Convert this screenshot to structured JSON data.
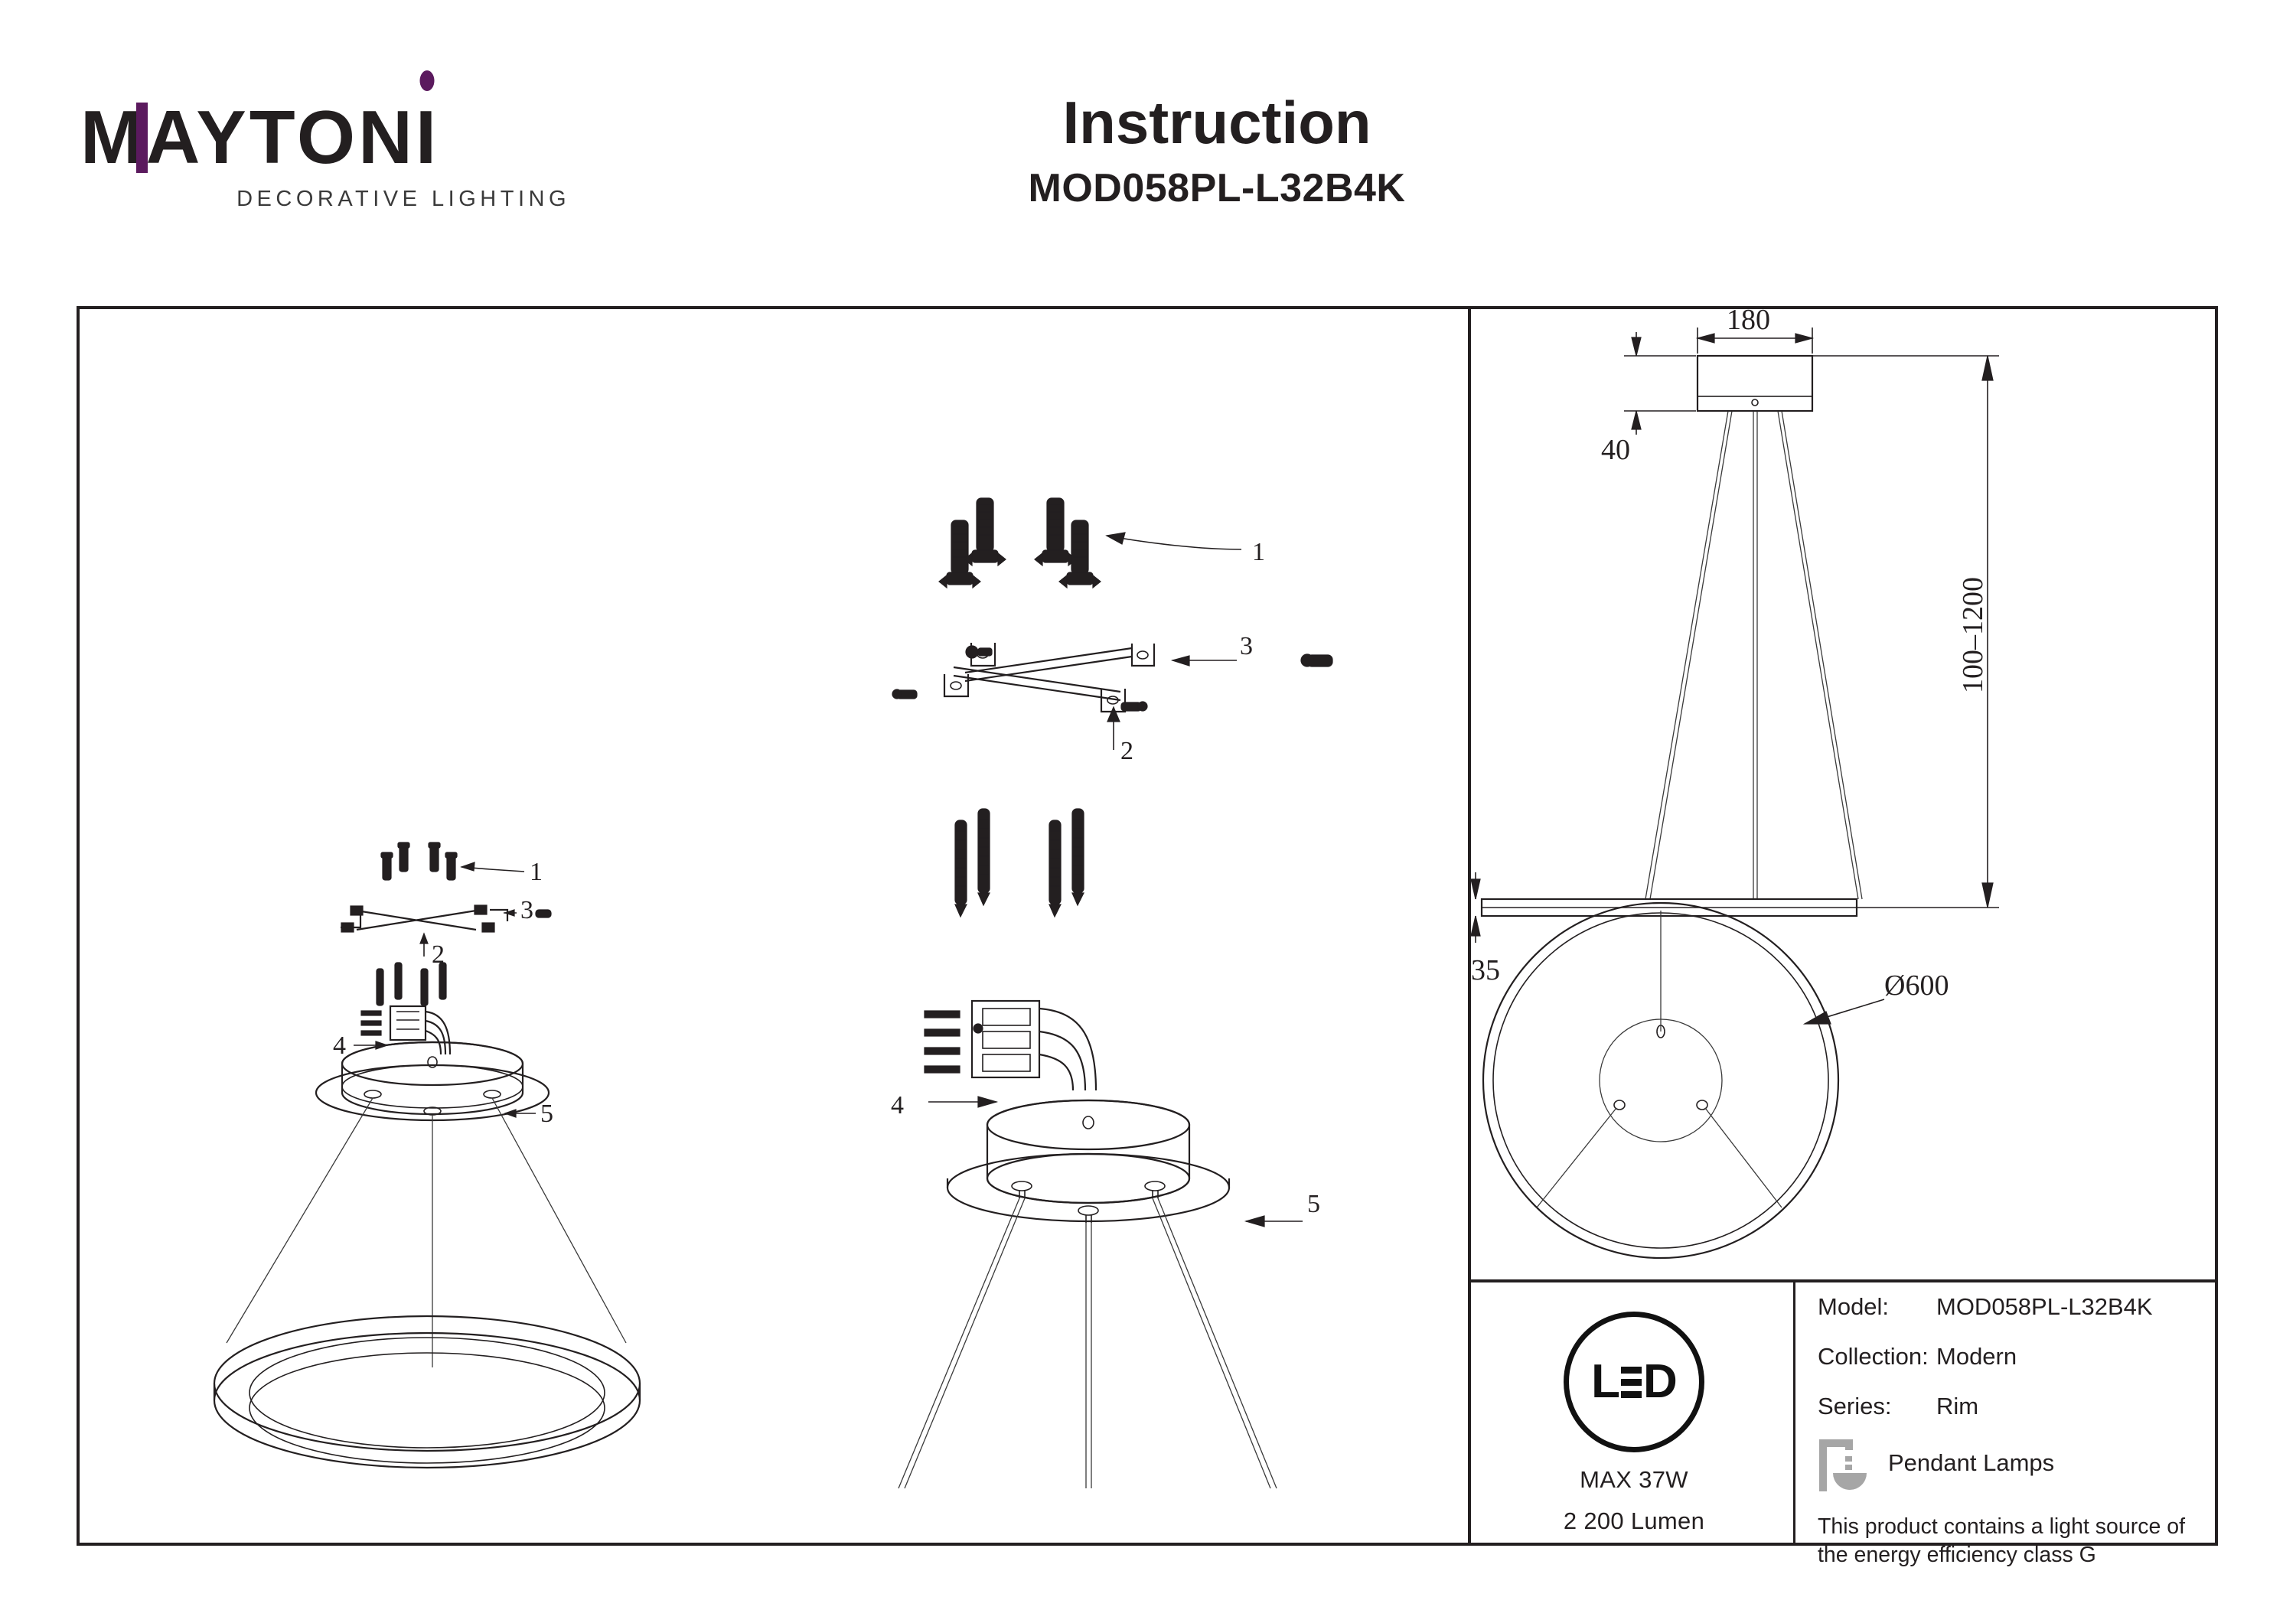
{
  "header": {
    "logo_main": "MAYTONI",
    "logo_tagline": "DECORATIVE LIGHTING",
    "logo_accent_color": "#5b1a5e",
    "title": "Instruction",
    "model_code": "MOD058PL-L32B4K"
  },
  "diagram_left": {
    "name": "assembled-pendant-lamp-view",
    "callouts": [
      "1",
      "3",
      "2",
      "4",
      "5"
    ]
  },
  "diagram_middle": {
    "name": "exploded-assembly-view",
    "callouts": {
      "anchors": "1",
      "screws": "2",
      "mounting_bracket": "3",
      "terminal_block": "4",
      "suspension_cables": "5"
    }
  },
  "diagram_dimensions": {
    "name": "technical-dimension-drawing",
    "canopy_width": "180",
    "canopy_height": "40",
    "suspension_range": "100–1200",
    "ring_thickness": "35",
    "ring_diameter": "Ø600"
  },
  "info_box": {
    "led_badge_text": "LED",
    "max_power": "MAX 37W",
    "luminous_flux": "2 200 Lumen",
    "model_label": "Model:",
    "model_value": "MOD058PL-L32B4K",
    "collection_label": "Collection:",
    "collection_value": "Modern",
    "series_label": "Series:",
    "series_value": "Rim",
    "category_value": "Pendant Lamps",
    "energy_note": "This product contains a light source of the energy efficiency class G"
  }
}
